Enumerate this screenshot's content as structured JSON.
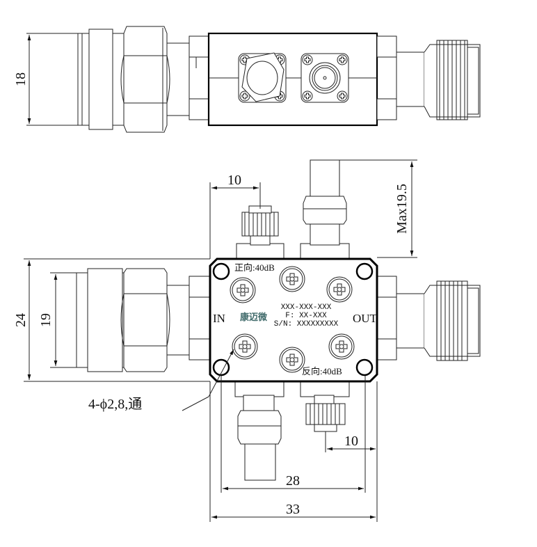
{
  "title": "Isolator outline drawing",
  "dimensions": {
    "top_height": "18",
    "height_outer": "24",
    "height_inner": "19",
    "top_offset": "10",
    "max_height": "Max19.5",
    "bottom_offset": "10",
    "hole_pitch": "28",
    "body_width": "33",
    "holes": "4-ϕ2,8,通"
  },
  "labels": {
    "forward": "正向:40dB",
    "reverse": "反向:40dB",
    "in": "IN",
    "out": "OUT",
    "part_number": "XXX-XXX-XXX",
    "frequency": "F: XX-XXX",
    "serial": "S/N: XXXXXXXXX",
    "logo": "康迈微"
  }
}
